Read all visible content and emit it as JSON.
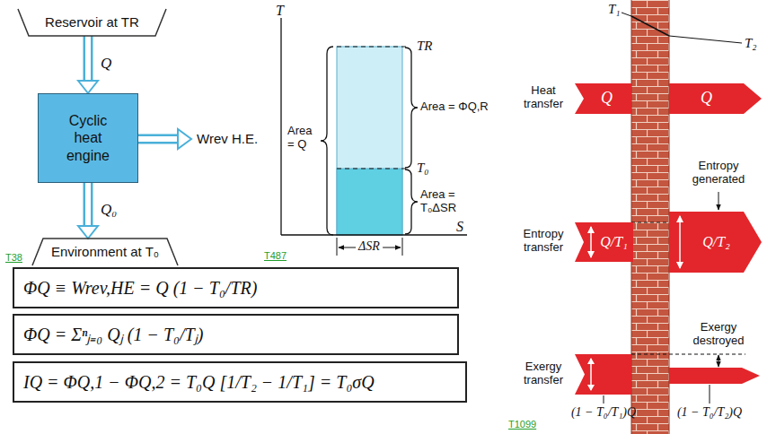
{
  "diagram": {
    "nodes": [
      {
        "text": [
          "Reservoir at TR"
        ]
      },
      {
        "text": [
          "Cyclic heat engine"
        ]
      },
      {
        "text": [
          "Environment at T₀"
        ]
      },
      {
        "text": [
          "ΦQ ≡ Wrev,HE = Q (1 − T₀/TR)"
        ]
      },
      {
        "text": [
          "ΦQ = Σⁿⱼ₌₀ Qⱼ (1 − T₀/Tⱼ)"
        ]
      },
      {
        "text": [
          "IQ = ΦQ,1 − ΦQ,2 = T₀Q [1/T₂ − 1/T₁] = T₀σQ"
        ]
      },
      {
        "text": [
          "Q"
        ]
      },
      {
        "text": [
          "Q"
        ]
      },
      {
        "text": [
          "Q/T₁"
        ]
      },
      {
        "text": [
          "Q/T₂"
        ]
      }
    ],
    "edges": [
      {
        "from": 0,
        "to": 1,
        "arrow": "to",
        "label": "Q"
      },
      {
        "from": 1,
        "to": 2,
        "arrow": "to",
        "label": "Q₀"
      }
    ],
    "labels": [
      "Wrev H.E.",
      "T38",
      "T",
      "TR",
      "Area = Q",
      "Area = ΦQ,R",
      "T₀",
      "Area = T₀ΔSR",
      "ΔSR",
      "S",
      "T487",
      "T₁",
      "T₂",
      "Heat transfer",
      "Entropy transfer",
      "Entropy generated",
      "Exergy transfer",
      "Exergy destroyed",
      "(1 − T₀/T₁)Q",
      "(1 − T₀/T₂)Q",
      "T1099"
    ]
  }
}
